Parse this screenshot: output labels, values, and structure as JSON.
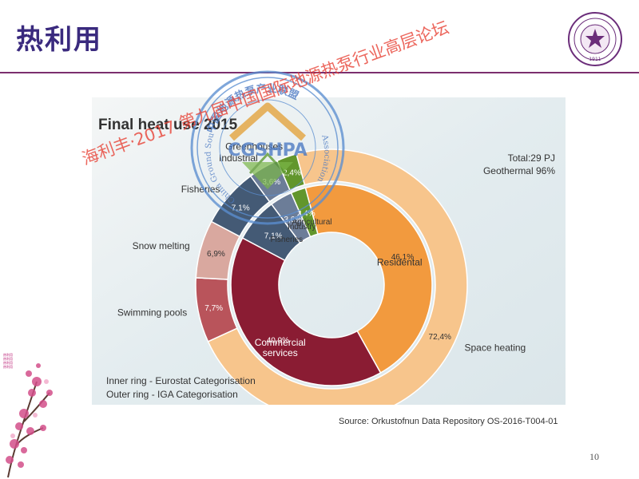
{
  "slide": {
    "title": "热利用",
    "page_number": "10",
    "source": "Source: Orkustofnun Data Repository OS-2016-T004-01"
  },
  "logo": {
    "text": "1911"
  },
  "watermark": {
    "text": "海利丰·2017 第九届中国国际地源热泵行业高层论坛",
    "stamp_acronym": "CGSHPA",
    "stamp_top_text": "中国地源热泵产业联盟",
    "stamp_left_text": "China Ground Source",
    "stamp_right_text": "Association"
  },
  "sidebar": {
    "text": "热利用热利用热利用热利用"
  },
  "colors": {
    "space_heating": "#f7c58c",
    "residential": "#f29a3e",
    "commercial": "#8a1c33",
    "swimming": "#b9545b",
    "snow": "#d9a89f",
    "fisheries": "#445a75",
    "industrial": "#6c7d98",
    "greenhouse": "#62962c",
    "accent": "#3a2a7e"
  },
  "chart_data": {
    "type": "pie",
    "title": "Final heat use 2015",
    "total_text": "Total:29 PJ",
    "geothermal_text": "Geothermal 96%",
    "outer_ring_note": "Outer ring - IGA Categorisation",
    "inner_ring_note": "Inner ring - Eurostat Categorisation",
    "outer_ring": [
      {
        "name": "Space heating",
        "value": 72.4,
        "label": "72,4%",
        "color_key": "space_heating"
      },
      {
        "name": "Swimming pools",
        "value": 7.7,
        "label": "7,7%",
        "color_key": "swimming"
      },
      {
        "name": "Snow melting",
        "value": 6.9,
        "label": "6,9%",
        "color_key": "snow"
      },
      {
        "name": "Fisheries",
        "value": 7.1,
        "label": "7,1%",
        "color_key": "fisheries"
      },
      {
        "name": "Industrial",
        "value": 3.6,
        "label": "3,6%",
        "color_key": "industrial"
      },
      {
        "name": "Greenhouses",
        "value": 2.4,
        "label": "2,4%",
        "color_key": "greenhouse"
      }
    ],
    "inner_ring": [
      {
        "name": "Residental",
        "value": 46.1,
        "label": "46,1%",
        "color_key": "residential"
      },
      {
        "name": "Commercial services",
        "value": 40.9,
        "label": "40,9%",
        "color_key": "commercial"
      },
      {
        "name": "Fisheries",
        "value": 7.1,
        "label": "7,1%",
        "color_key": "fisheries"
      },
      {
        "name": "Industry",
        "value": 3.6,
        "label": "3,6%",
        "color_key": "industrial"
      },
      {
        "name": "Agricultural",
        "value": 2.4,
        "label": "2,4%",
        "color_key": "greenhouse"
      }
    ]
  }
}
